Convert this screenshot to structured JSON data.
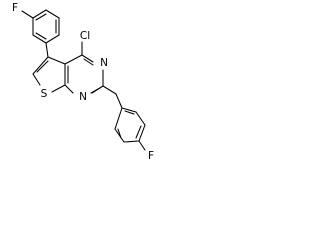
{
  "atoms": {
    "fluorine_top": "F",
    "chlorine": "Cl",
    "nitrogen_upper": "N",
    "nitrogen_lower": "N",
    "sulfur": "S",
    "fluorine_bottom": "F"
  }
}
